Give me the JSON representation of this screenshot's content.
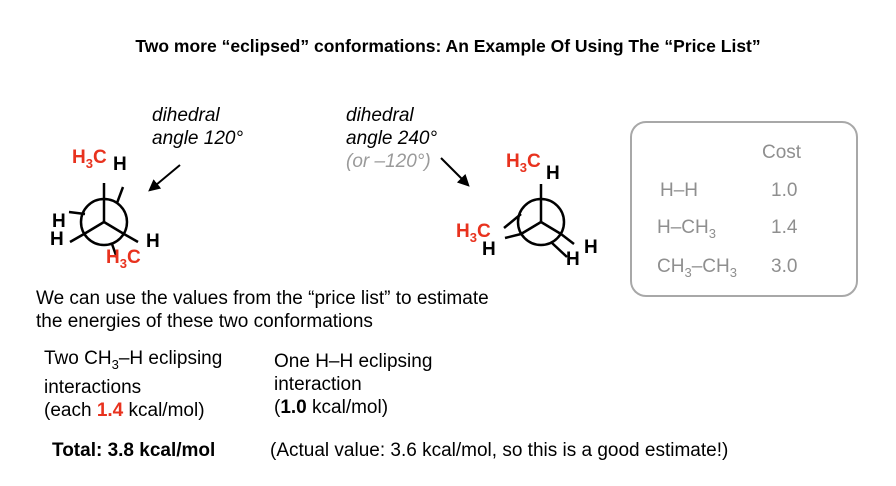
{
  "title": "Two more “eclipsed” conformations: An Example Of Using The “Price List”",
  "left_annotation": {
    "line1": "dihedral",
    "line2": "angle 120°"
  },
  "right_annotation": {
    "line1": "dihedral",
    "line2": "angle 240°",
    "line3": "(or –120°)"
  },
  "left_molecule": {
    "labels": {
      "h3c_top": "H",
      "h3c_top_sub": "3",
      "h3c_top_c": "C",
      "h_top": "H",
      "h_left_1": "H",
      "h_left_2": "H",
      "h_right": "H",
      "h3c_bottom": "H",
      "h3c_bottom_sub": "3",
      "h3c_bottom_c": "C"
    }
  },
  "right_molecule": {
    "labels": {
      "h3c_top": "H",
      "h3c_top_sub": "3",
      "h3c_top_c": "C",
      "h_top": "H",
      "h3c_left": "H",
      "h3c_left_sub": "3",
      "h3c_left_c": "C",
      "h_left": "H",
      "h_right_1": "H",
      "h_right_2": "H"
    }
  },
  "price_list": {
    "header": "Cost",
    "rows": [
      {
        "label_a": "H–H",
        "label_sub": "",
        "label_b": "",
        "label_sub2": "",
        "value": "1.0"
      },
      {
        "label_a": "H–CH",
        "label_sub": "3",
        "label_b": "",
        "label_sub2": "",
        "value": "1.4"
      },
      {
        "label_a": "CH",
        "label_sub": "3",
        "label_b": "–CH",
        "label_sub2": "3",
        "value": "3.0"
      }
    ]
  },
  "explanation": {
    "line1": "We can use the values from the “price list” to estimate",
    "line2": "the energies of these two conformations"
  },
  "left_interactions": {
    "line1": "Two CH",
    "line1_sub": "3",
    "line1_rest": "–H eclipsing",
    "line2": "interactions",
    "line3_open": "(each ",
    "line3_value": "1.4",
    "line3_close": " kcal/mol)"
  },
  "right_interactions": {
    "line1": "One H–H eclipsing",
    "line2": "interaction",
    "line3_open": "(",
    "line3_value": "1.0",
    "line3_close": " kcal/mol)"
  },
  "total": {
    "label": "Total: 3.8 kcal/mol",
    "note": "(Actual value: 3.6 kcal/mol, so this is a good estimate!)"
  },
  "colors": {
    "accent": "#e8321e",
    "gray": "#9a9a9a",
    "box_border": "#a8a8a8"
  }
}
